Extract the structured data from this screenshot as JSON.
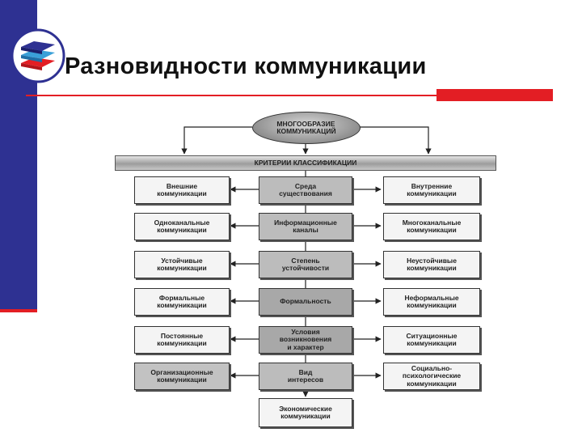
{
  "slide": {
    "title": "Разновидности коммуникации"
  },
  "colors": {
    "sidebar": "#2e3192",
    "accent": "#e31e24"
  },
  "logo": {
    "icon": "stacked-books-icon"
  },
  "diagram": {
    "root": "МНОГООБРАЗИЕ\nКОММУНИКАЦИЙ",
    "criteria_bar": "КРИТЕРИИ КЛАССИФИКАЦИИ",
    "rows": [
      {
        "left": "Внешние\nкоммуникации",
        "center": "Среда\nсуществования",
        "right": "Внутренние\nкоммуникации"
      },
      {
        "left": "Одноканальные\nкоммуникации",
        "center": "Информационные\nканалы",
        "right": "Многоканальные\nкоммуникации"
      },
      {
        "left": "Устойчивые\nкоммуникации",
        "center": "Степень\nустойчивости",
        "right": "Неустойчивые\nкоммуникации"
      },
      {
        "left": "Формальные\nкоммуникации",
        "center": "Формальность",
        "right": "Неформальные\nкоммуникации"
      },
      {
        "left": "Постоянные\nкоммуникации",
        "center": "Условия\nвозникновения\nи характер",
        "right": "Ситуационные\nкоммуникации"
      },
      {
        "left": "Организационные\nкоммуникации",
        "center": "Вид\nинтересов",
        "right": "Социально-\nпсихологические\nкоммуникации"
      }
    ],
    "bottom": "Экономические\nкоммуникации"
  }
}
